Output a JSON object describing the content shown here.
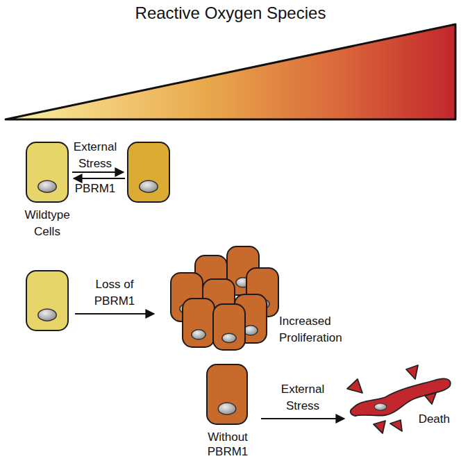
{
  "diagram": {
    "title": "Reactive Oxygen Species",
    "nodes": [
      {
        "text": [
          "Wildtype Cells"
        ]
      },
      {
        "text": [
          "Increased Proliferation"
        ]
      },
      {
        "text": [
          "Without PBRM1"
        ]
      },
      {
        "text": [
          "Death"
        ]
      }
    ],
    "edges": [
      {
        "from": 2,
        "to": 3,
        "arrow": "to",
        "label": "External Stress"
      }
    ],
    "labels": [
      "External Stress",
      "PBRM1",
      "Loss of PBRM1"
    ]
  }
}
